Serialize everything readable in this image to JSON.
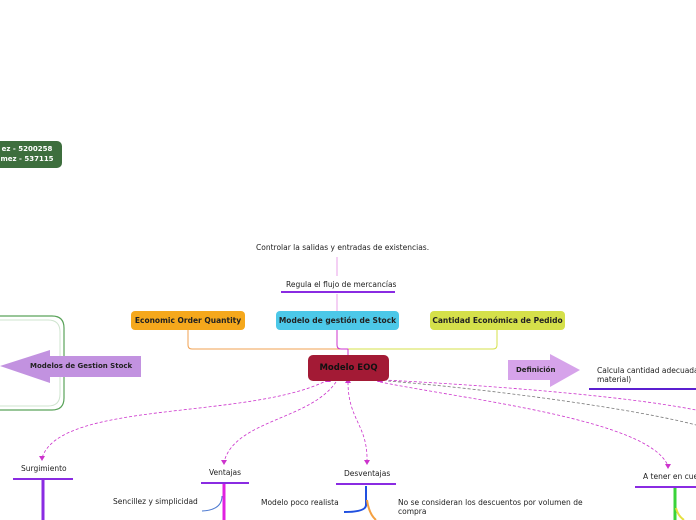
{
  "authors": {
    "line1": "ez  - 5200258",
    "line2": "mez - 537115"
  },
  "central": {
    "label": "Modelo EOQ",
    "color": "#a31a35"
  },
  "top_nodes": [
    {
      "label": "Economic Order Quantity",
      "color": "#f5a81c"
    },
    {
      "label": "Modelo de gestión de Stock",
      "color": "#4cc8e8"
    },
    {
      "label": "Cantidad Económica de Pedido",
      "color": "#d5e04a"
    }
  ],
  "top_notes": [
    "Controlar la salidas y entradas de existencias.",
    "Regula el flujo de mercancías"
  ],
  "left_arrow": {
    "label": "Modelos de Gestion Stock",
    "color": "#c292e0"
  },
  "right_arrow": {
    "label": "Definición",
    "color": "#d6a3ea"
  },
  "definition_text": [
    "Calcula cantidad adecuada d",
    "material)"
  ],
  "branches": [
    {
      "label": "Surgimiento"
    },
    {
      "label": "Ventajas",
      "sub": "Sencillez y simplicidad"
    },
    {
      "label": "Desventajas",
      "sub1": "Modelo poco realista",
      "sub2_1": "No se consideran los descuentos por volumen de",
      "sub2_2": "compra"
    },
    {
      "label": "A tener en cue"
    }
  ],
  "colors": {
    "connector": "#cc33cc",
    "underline": "#8a2be2",
    "green": "#4f9a4f",
    "author_bg": "#3d6e3d"
  }
}
